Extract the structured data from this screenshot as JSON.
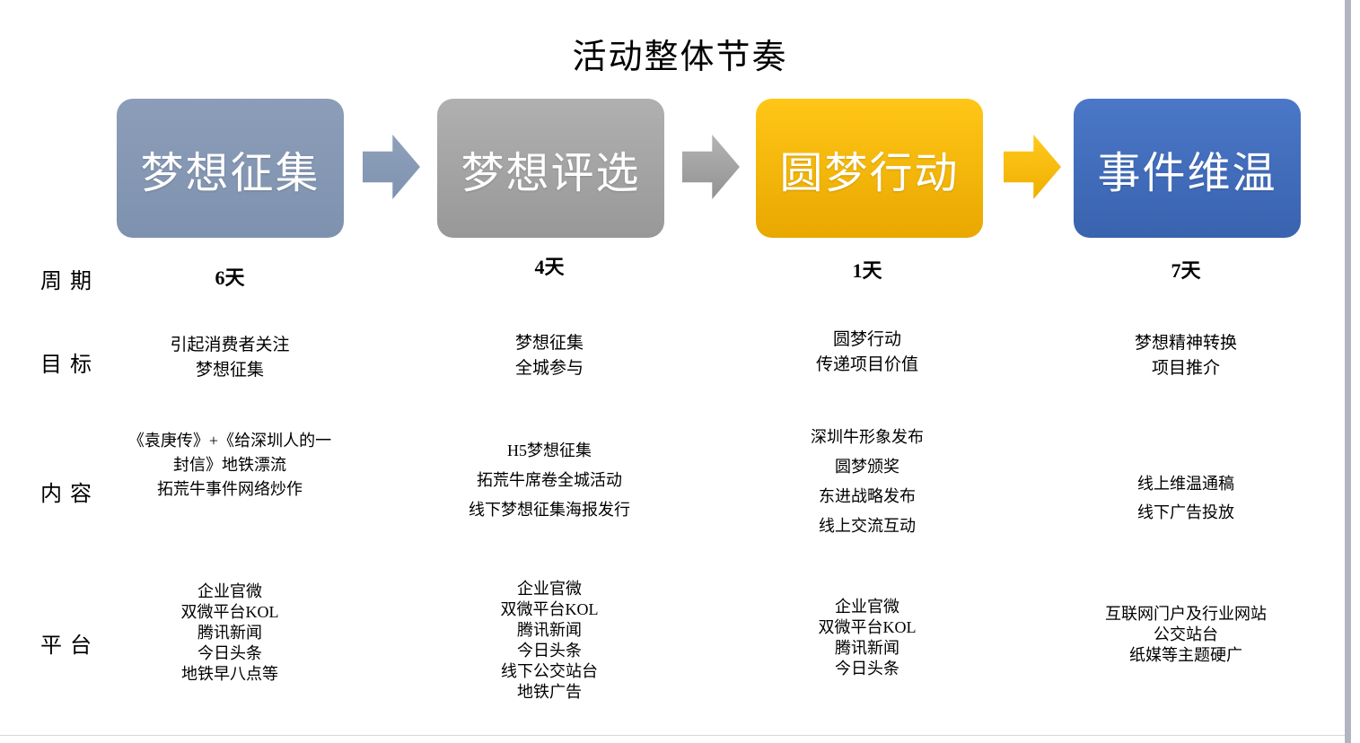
{
  "page": {
    "title": "活动整体节奏"
  },
  "row_labels": {
    "cycle": "周期",
    "goal": "目标",
    "content": "内容",
    "platform": "平台"
  },
  "stages": [
    {
      "name": "梦想征集",
      "colors": {
        "top": "#8C9DB8",
        "bottom": "#7E92AF"
      },
      "arrow": {
        "top": "#8FA0BA",
        "bottom": "#7E93B0"
      },
      "cycle": "6天",
      "goal": "引起消费者关注\n梦想征集",
      "content": "《袁庚传》+《给深圳人的一\n封信》地铁漂流\n拓荒牛事件网络炒作",
      "platform": "企业官微\n双微平台KOL\n腾讯新闻\n今日头条\n地铁早八点等"
    },
    {
      "name": "梦想评选",
      "colors": {
        "top": "#B0B0B0",
        "bottom": "#989898"
      },
      "arrow": {
        "top": "#B4B4B4",
        "bottom": "#929292"
      },
      "cycle": "4天",
      "goal": "梦想征集\n全城参与",
      "content": "H5梦想征集\n拓荒牛席卷全城活动\n线下梦想征集海报发行",
      "platform": "企业官微\n双微平台KOL\n腾讯新闻\n今日头条\n线下公交站台\n地铁广告"
    },
    {
      "name": "圆梦行动",
      "colors": {
        "top": "#FFC617",
        "bottom": "#E9A800"
      },
      "arrow": {
        "top": "#FFC91E",
        "bottom": "#EFAF00"
      },
      "cycle": "1天",
      "goal": "圆梦行动\n传递项目价值",
      "content": "深圳牛形象发布\n圆梦颁奖\n东进战略发布\n线上交流互动",
      "platform": "企业官微\n双微平台KOL\n腾讯新闻\n今日头条"
    },
    {
      "name": "事件维温",
      "colors": {
        "top": "#4B77C8",
        "bottom": "#3963AE"
      },
      "cycle": "7天",
      "goal": "梦想精神转换\n项目推介",
      "content": "线上维温通稿\n线下广告投放",
      "platform": "互联网门户及行业网站\n公交站台\n纸媒等主题硬广"
    }
  ]
}
